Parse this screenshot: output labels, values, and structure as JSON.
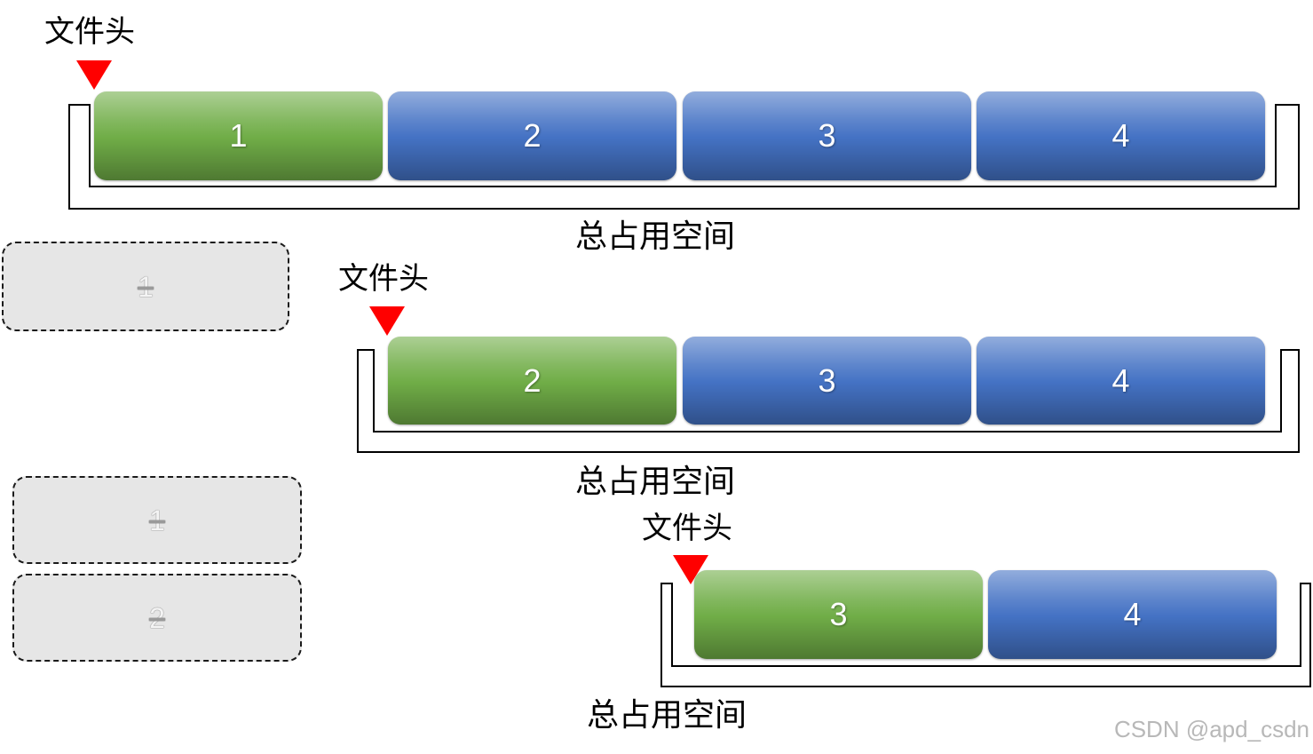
{
  "colors": {
    "pointer": "#FF0000",
    "removed_block": "#E6E6E6"
  },
  "rows": [
    {
      "header_label": "文件头",
      "total_label": "总占用空间",
      "removed_blocks": [],
      "blocks": [
        {
          "label": "1",
          "color": "#70AD47"
        },
        {
          "label": "2",
          "color": "#4472C4"
        },
        {
          "label": "3",
          "color": "#4472C4"
        },
        {
          "label": "4",
          "color": "#4472C4"
        }
      ]
    },
    {
      "header_label": "文件头",
      "total_label": "总占用空间",
      "removed_blocks": [
        {
          "label": "1"
        }
      ],
      "blocks": [
        {
          "label": "2",
          "color": "#70AD47"
        },
        {
          "label": "3",
          "color": "#4472C4"
        },
        {
          "label": "4",
          "color": "#4472C4"
        }
      ]
    },
    {
      "header_label": "文件头",
      "total_label": "总占用空间",
      "removed_blocks": [
        {
          "label": "1"
        },
        {
          "label": "2"
        }
      ],
      "blocks": [
        {
          "label": "3",
          "color": "#70AD47"
        },
        {
          "label": "4",
          "color": "#4472C4"
        }
      ]
    }
  ],
  "watermark": "CSDN @apd_csdn"
}
